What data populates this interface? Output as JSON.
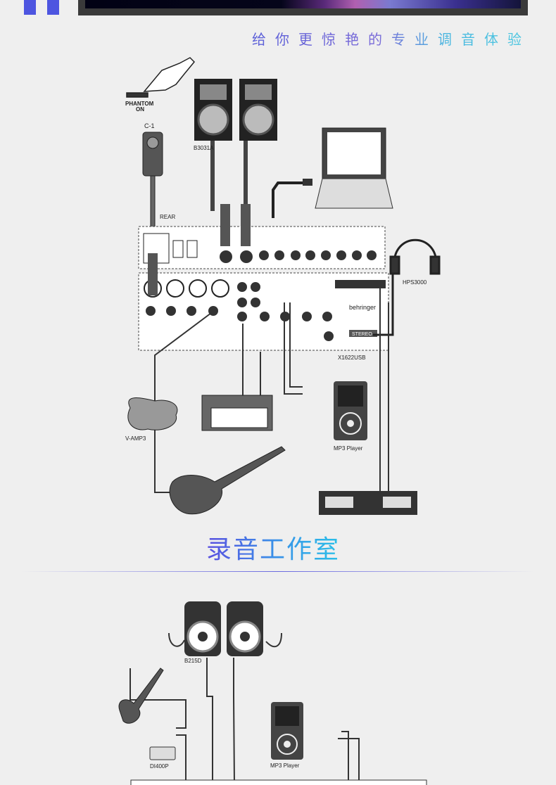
{
  "tagline": "给你更惊艳的专业调音体验",
  "diagram1": {
    "phantom_label_1": "PHANTOM",
    "phantom_label_2": "ON",
    "mic": "C-1",
    "monitors": "B3031A",
    "rear": "REAR",
    "headphones": "HPS3000",
    "mixer": "X1622USB",
    "mixer_brand": "behringer",
    "stereo": "STEREO",
    "amp": "V-AMP3",
    "mp3": "MP3 Player"
  },
  "section_heading": "录音工作室",
  "diagram2": {
    "speakers": "B215D",
    "di_box": "DI400P",
    "mp3": "MP3 Player"
  },
  "colors": {
    "accent": "#4d55e0",
    "cyan": "#2ac0e8"
  }
}
